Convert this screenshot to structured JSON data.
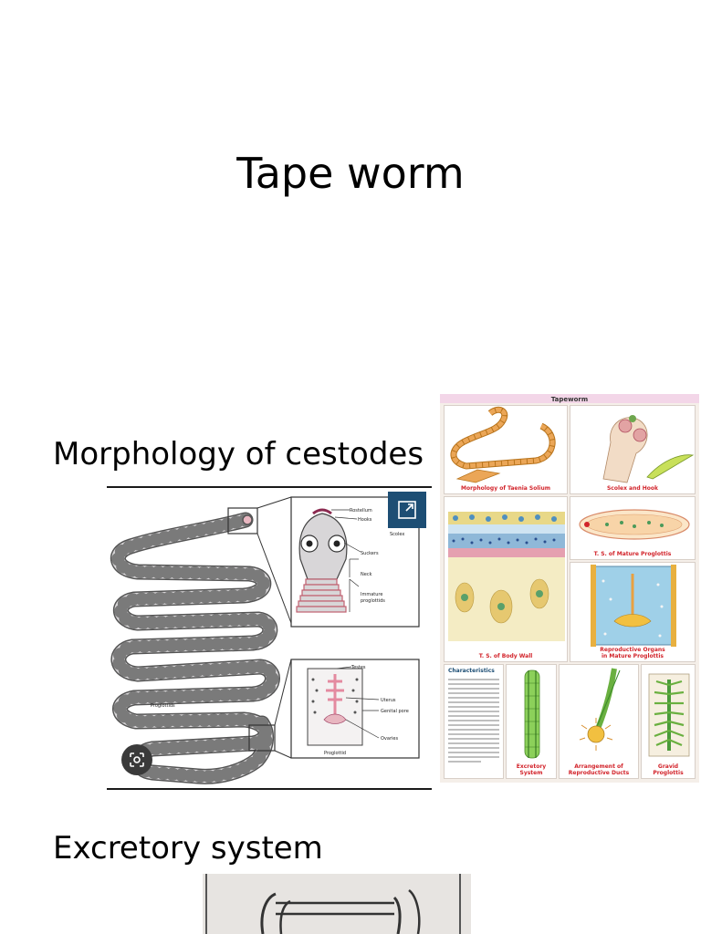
{
  "slide": {
    "title": "Tape worm",
    "section_morphology": "Morphology of cestodes",
    "section_excretory": "Excretory system"
  },
  "diagram": {
    "labels": {
      "rostellum": "Rostellum",
      "hooks": "Hooks",
      "scolex": "Scolex",
      "suckers": "Suckers",
      "neck": "Neck",
      "immature": "Immature",
      "proglottids": "proglottids",
      "proglottids_body": "Proglottids",
      "testes": "Testes",
      "uterus": "Uterus",
      "genital_pore": "Genital pore",
      "ovaries": "Ovaries",
      "proglottid": "Proglottid"
    }
  },
  "poster": {
    "header": "Tapeworm",
    "panels": {
      "morphology": "Morphology of Taenia Solium",
      "scolex_hook": "Scolex and Hook",
      "ts_mature": "T. S. of Mature Proglottis",
      "ts_body_wall": "T. S. of Body Wall",
      "repro_line1": "Reproductive Organs",
      "repro_line2": "in Mature Proglottis",
      "characteristics_title": "Characteristics",
      "excretory_line1": "Excretory",
      "excretory_line2": "System",
      "arrangement_line1": "Arrangement of",
      "arrangement_line2": "Reproductive Ducts",
      "gravid_line1": "Gravid",
      "gravid_line2": "Proglottis"
    }
  },
  "colors": {
    "accent_blue": "#1d4e74",
    "poster_red": "#d2232a",
    "worm_fill": "#d8d6d8",
    "worm_pink": "#e8b6c0"
  }
}
